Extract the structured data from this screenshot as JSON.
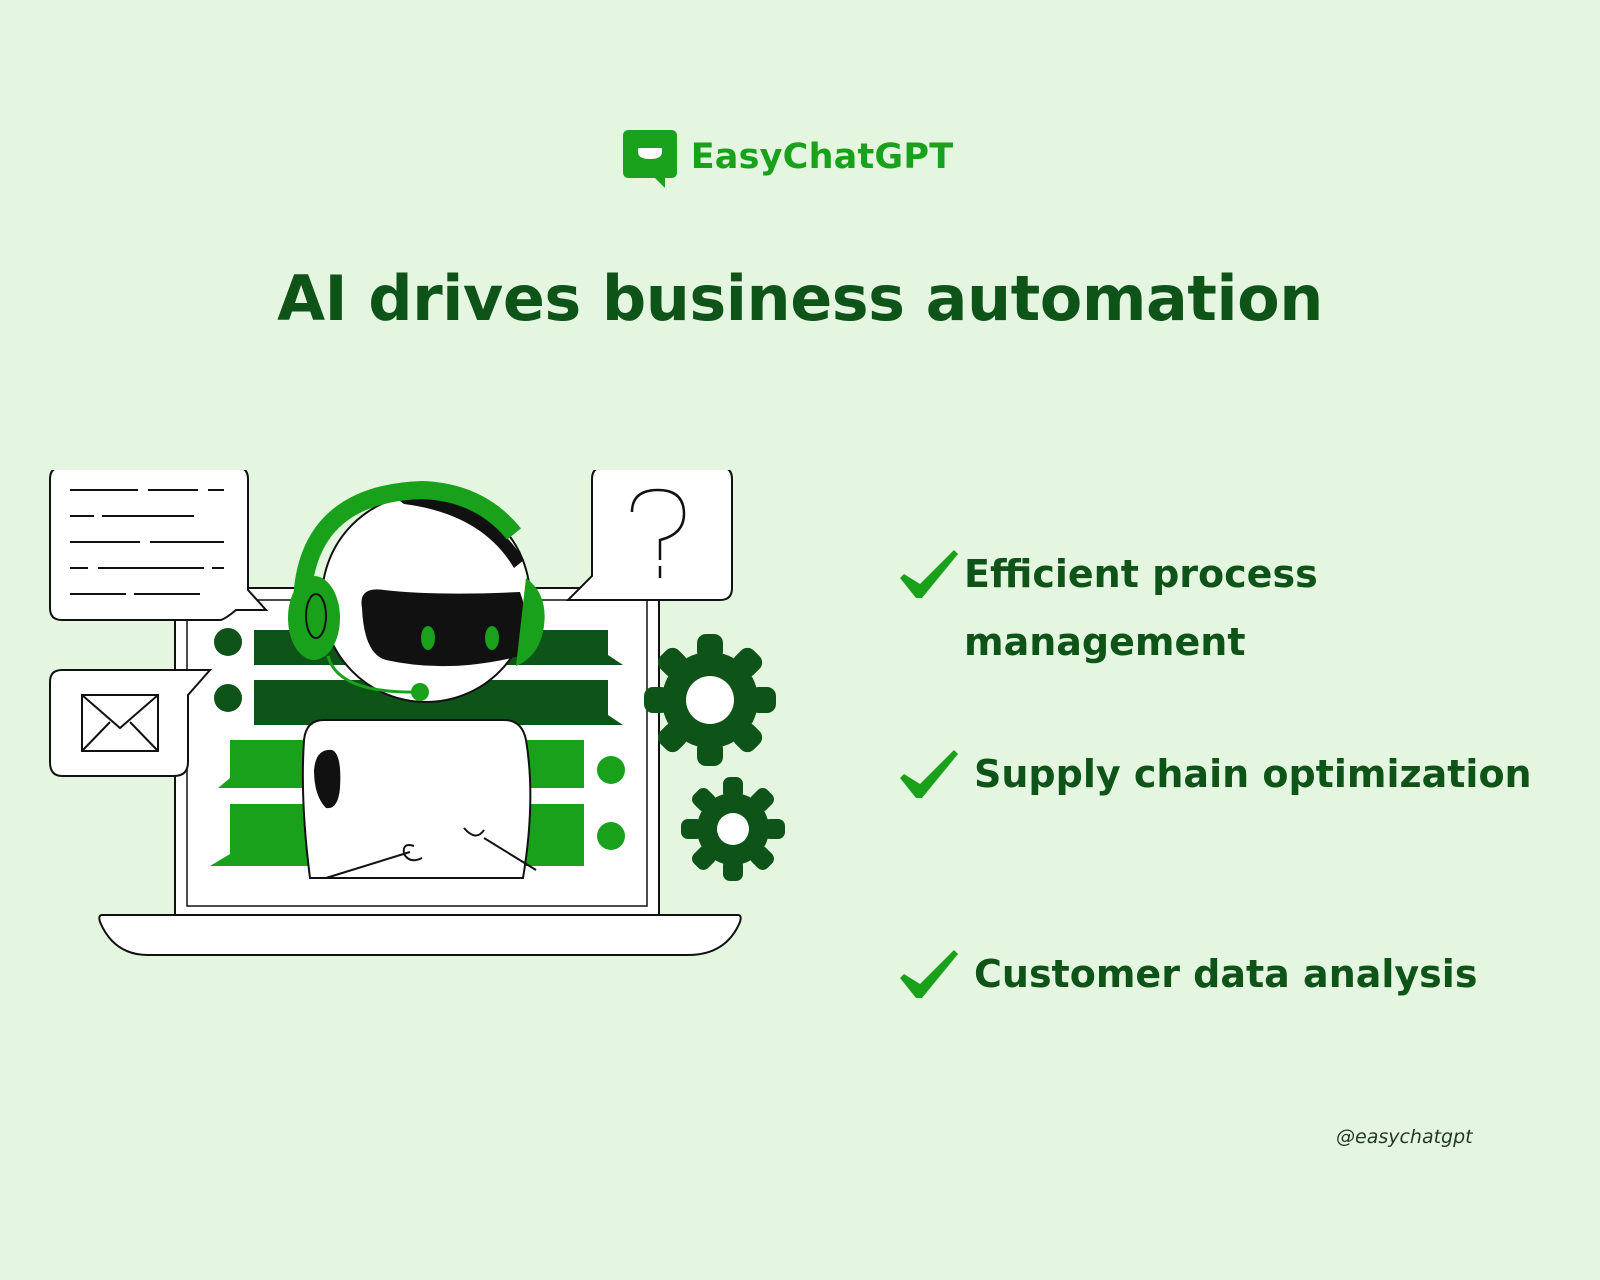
{
  "brand": {
    "name": "EasyChatGPT",
    "color": "#1aa11c",
    "icon": "chat-bubble-logo-icon"
  },
  "title": "AI drives business automation",
  "illustration": {
    "icon": "robot-support-laptop-illustration"
  },
  "features": [
    {
      "label": "Efficient process management",
      "icon": "check-icon"
    },
    {
      "label": "Supply chain optimization",
      "icon": "check-icon"
    },
    {
      "label": "Customer data analysis",
      "icon": "check-icon"
    }
  ],
  "footer": {
    "handle": "@easychatgpt"
  },
  "colors": {
    "background": "#e4f6e0",
    "dark_green": "#0e5418",
    "bright_green": "#1aa11c"
  }
}
